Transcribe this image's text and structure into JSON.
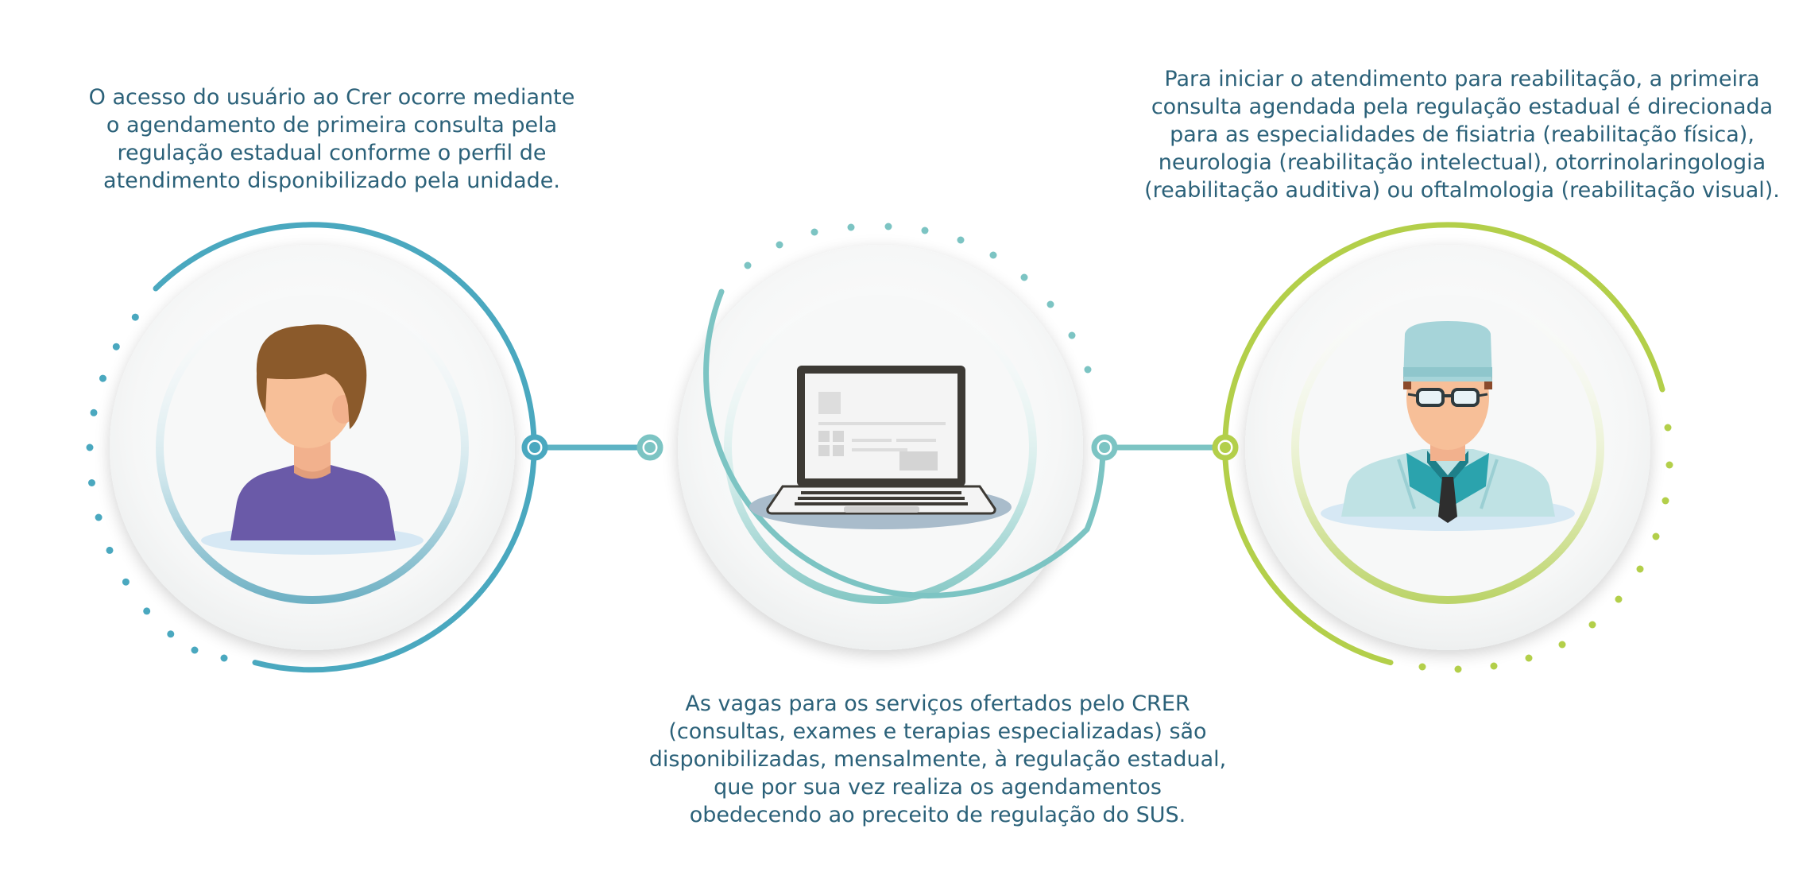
{
  "steps": [
    {
      "id": "step-1",
      "icon": "user-icon",
      "color": "#4aa8bf",
      "text_lines": [
        "O acesso do usuário ao Crer ocorre mediante",
        "o agendamento de primeira consulta pela",
        "regulação estadual conforme o perfil de",
        "atendimento disponibilizado pela unidade."
      ]
    },
    {
      "id": "step-2",
      "icon": "laptop-icon",
      "color": "#7cc4c3",
      "text_lines": [
        "As vagas para os serviços ofertados pelo CRER",
        "(consultas, exames e terapias especializadas) são",
        "disponibilizadas, mensalmente, à regulação estadual,",
        "que por sua vez realiza os agendamentos",
        "obedecendo ao preceito de regulação do SUS."
      ]
    },
    {
      "id": "step-3",
      "icon": "doctor-icon",
      "color": "#b3cf4a",
      "text_lines": [
        "Para iniciar o atendimento para reabilitação, a primeira",
        "consulta agendada pela regulação estadual é direcionada",
        "para as especialidades de fisiatria (reabilitação física),",
        "neurologia (reabilitação intelectual), otorrinolaringologia",
        "(reabilitação auditiva) ou oftalmologia (reabilitação visual)."
      ]
    }
  ],
  "colors": {
    "text": "#2b6179",
    "connector_1": "#5db3c4",
    "connector_2": "#7cc4c3"
  }
}
